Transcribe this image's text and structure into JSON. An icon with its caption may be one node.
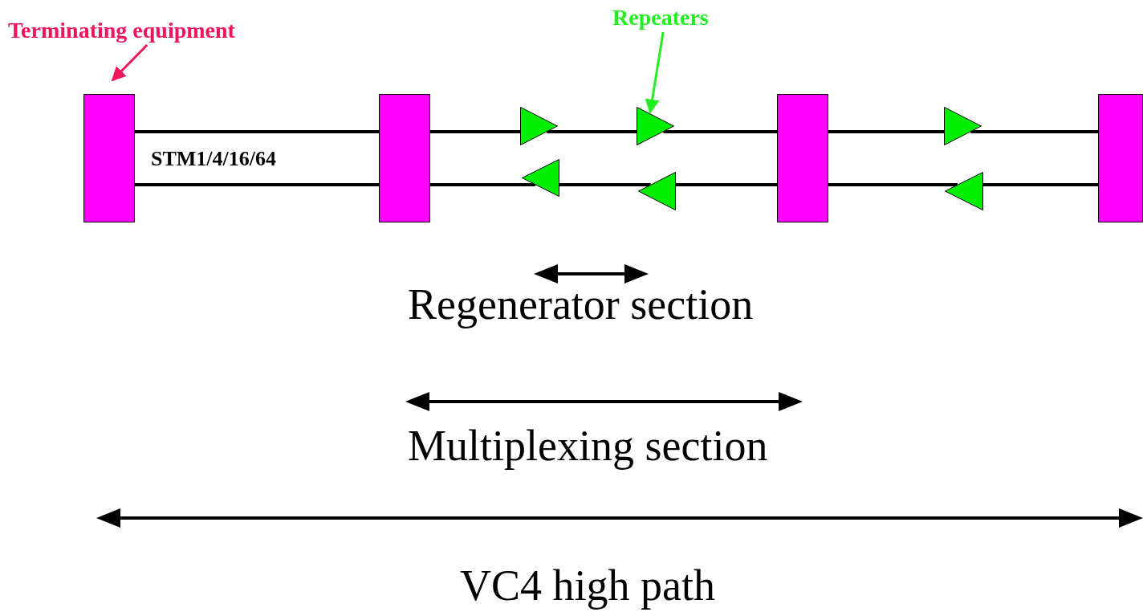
{
  "diagram": {
    "nodes": [
      {
        "text": [
          "Terminating equipment"
        ]
      },
      {
        "text": [
          "Repeaters"
        ]
      },
      {
        "text": [],
        "shape": "box"
      },
      {
        "text": [],
        "shape": "box"
      },
      {
        "text": [],
        "shape": "triangle"
      },
      {
        "text": [],
        "shape": "triangle"
      },
      {
        "text": [],
        "shape": "box"
      },
      {
        "text": [],
        "shape": "triangle"
      },
      {
        "text": [],
        "shape": "box"
      },
      {
        "text": [],
        "shape": "triangle"
      },
      {
        "text": [],
        "shape": "triangle"
      },
      {
        "text": [],
        "shape": "triangle"
      }
    ],
    "edges": [
      {
        "from": 0,
        "to": 2,
        "arrow": "to",
        "color": "#f0145a"
      },
      {
        "from": 1,
        "to": 5,
        "arrow": "to",
        "color": "#22ee22"
      },
      {
        "from": 2,
        "to": 3,
        "arrow": "none"
      },
      {
        "from": 3,
        "to": 4,
        "arrow": "none"
      },
      {
        "from": 4,
        "to": 5,
        "arrow": "none"
      },
      {
        "from": 5,
        "to": 6,
        "arrow": "none"
      },
      {
        "from": 6,
        "to": 7,
        "arrow": "none"
      },
      {
        "from": 7,
        "to": 8,
        "arrow": "none"
      },
      {
        "from": 2,
        "to": 3,
        "arrow": "none"
      },
      {
        "from": 3,
        "to": 9,
        "arrow": "none"
      },
      {
        "from": 9,
        "to": 10,
        "arrow": "none"
      },
      {
        "from": 10,
        "to": 6,
        "arrow": "none"
      },
      {
        "from": 6,
        "to": 11,
        "arrow": "none"
      },
      {
        "from": 11,
        "to": 8,
        "arrow": "none"
      }
    ],
    "labels": [
      "STM1/4/16/64",
      "Regenerator section",
      "Multiplexing section",
      "VC4 high path"
    ]
  }
}
